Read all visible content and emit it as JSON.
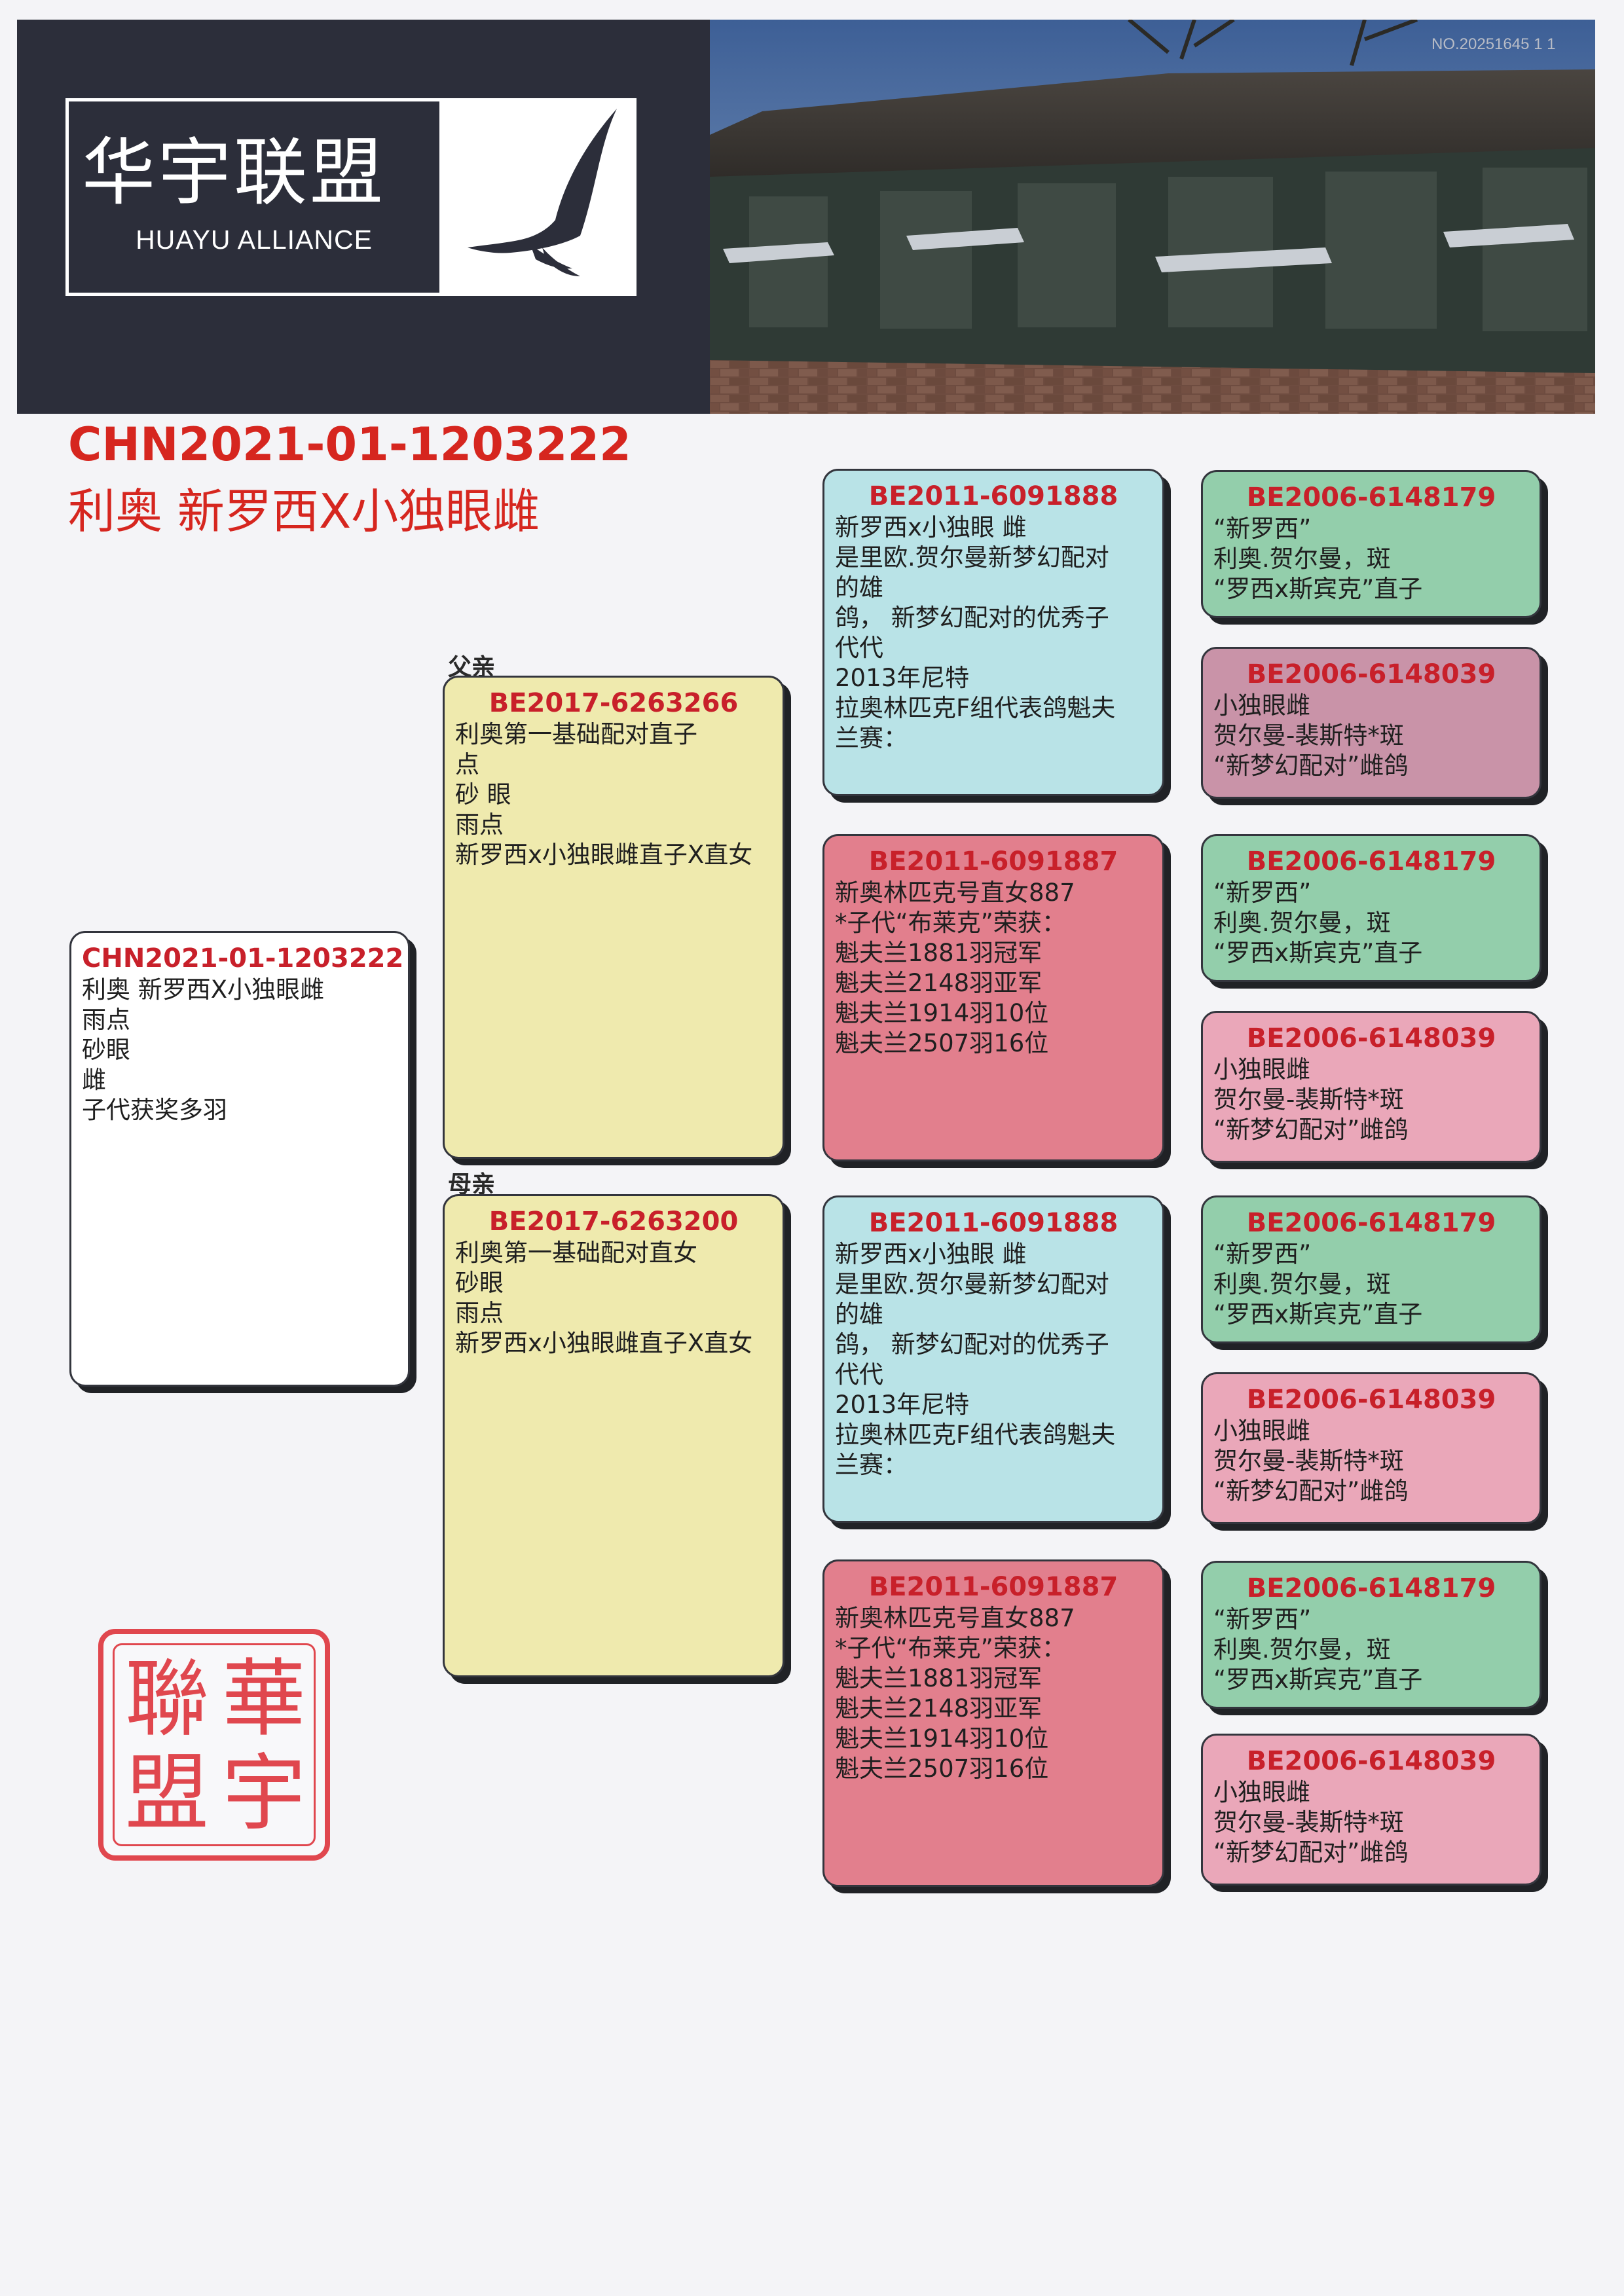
{
  "header": {
    "logo_cn": "华宇联盟",
    "logo_en": "HUAYU ALLIANCE",
    "photo_id": "NO.20251645 1 1",
    "logo_icon": "swallow-bird-icon"
  },
  "title": {
    "ring": "CHN2021-01-1203222",
    "name": "利奥 新罗西X小独眼雌"
  },
  "subject": {
    "ring": "CHN2021-01-1203222",
    "lines": [
      "利奥 新罗西X小独眼雌",
      "雨点",
      "砂眼",
      "雌",
      "子代获奖多羽"
    ]
  },
  "labels": {
    "father": "父亲",
    "mother": "母亲"
  },
  "father": {
    "ring": "BE2017-6263266",
    "lines": [
      "利奥第一基础配对直子",
      "点",
      "砂 眼",
      "雨点",
      "新罗西x小独眼雌直子X直女"
    ]
  },
  "mother": {
    "ring": "BE2017-6263200",
    "lines": [
      "利奥第一基础配对直女",
      "砂眼",
      "雨点",
      "新罗西x小独眼雌直子X直女"
    ]
  },
  "gp": [
    {
      "ring": "BE2011-6091888",
      "lines": [
        "新罗西x小独眼 雌",
        "是里欧.贺尔曼新梦幻配对",
        "的雄",
        "鸽， 新梦幻配对的优秀子",
        "代代",
        "2013年尼特",
        "拉奥林匹克F组代表鸽魁夫",
        "兰赛："
      ]
    },
    {
      "ring": "BE2011-6091887",
      "lines": [
        "新奥林匹克号直女887",
        "*子代“布莱克”荣获：",
        "魁夫兰1881羽冠军",
        "魁夫兰2148羽亚军",
        "魁夫兰1914羽10位",
        "魁夫兰2507羽16位"
      ]
    },
    {
      "ring": "BE2011-6091888",
      "lines": [
        "新罗西x小独眼 雌",
        "是里欧.贺尔曼新梦幻配对",
        "的雄",
        "鸽， 新梦幻配对的优秀子",
        "代代",
        "2013年尼特",
        "拉奥林匹克F组代表鸽魁夫",
        "兰赛："
      ]
    },
    {
      "ring": "BE2011-6091887",
      "lines": [
        "新奥林匹克号直女887",
        "*子代“布莱克”荣获：",
        "魁夫兰1881羽冠军",
        "魁夫兰2148羽亚军",
        "魁夫兰1914羽10位",
        "魁夫兰2507羽16位"
      ]
    }
  ],
  "ggp": [
    {
      "ring": "BE2006-6148179",
      "lines": [
        "“新罗西”",
        "利奥.贺尔曼，斑",
        "“罗西x斯宾克”直子"
      ]
    },
    {
      "ring": "BE2006-6148039",
      "lines": [
        "小独眼雌",
        "贺尔曼-裴斯特*斑",
        "“新梦幻配对”雌鸽"
      ]
    },
    {
      "ring": "BE2006-6148179",
      "lines": [
        "“新罗西”",
        "利奥.贺尔曼，斑",
        "“罗西x斯宾克”直子"
      ]
    },
    {
      "ring": "BE2006-6148039",
      "lines": [
        "小独眼雌",
        "贺尔曼-裴斯特*斑",
        "“新梦幻配对”雌鸽"
      ]
    },
    {
      "ring": "BE2006-6148179",
      "lines": [
        "“新罗西”",
        "利奥.贺尔曼，斑",
        "“罗西x斯宾克”直子"
      ]
    },
    {
      "ring": "BE2006-6148039",
      "lines": [
        "小独眼雌",
        "贺尔曼-裴斯特*斑",
        "“新梦幻配对”雌鸽"
      ]
    },
    {
      "ring": "BE2006-6148179",
      "lines": [
        "“新罗西”",
        "利奥.贺尔曼，斑",
        "“罗西x斯宾克”直子"
      ]
    },
    {
      "ring": "BE2006-6148039",
      "lines": [
        "小独眼雌",
        "贺尔曼-裴斯特*斑",
        "“新梦幻配对”雌鸽"
      ]
    }
  ],
  "seal": {
    "chars": [
      "華",
      "宇",
      "聯",
      "盟"
    ]
  },
  "colors": {
    "title_red": "#d6261f",
    "ring_red": "#c8202a",
    "banner": "#2c2e3a",
    "yellow": "#efeaae",
    "blue": "#b9e3e7",
    "red": "#e27f8d",
    "green": "#93ceab",
    "pink": "#eaa7b9"
  }
}
